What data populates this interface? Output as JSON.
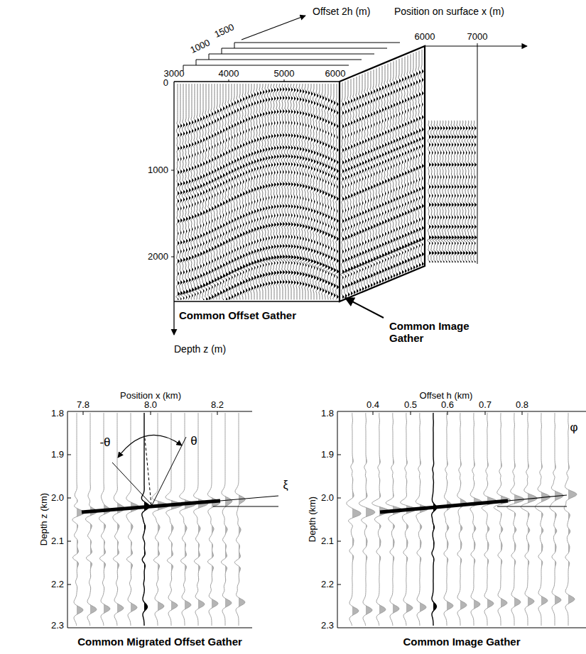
{
  "diagram": {
    "labels": [
      "Offset 2h (m)",
      "Position on surface x (m)",
      "1500",
      "1000",
      "3000",
      "4000",
      "5000",
      "6000",
      "6000",
      "7000",
      "0",
      "1000",
      "2000",
      "Common Offset Gather",
      "Common Image Gather",
      "Depth z (m)",
      "Position x (km)",
      "7.8",
      "8.0",
      "8.2",
      "1.8",
      "1.9",
      "2.0",
      "2.1",
      "2.2",
      "2.3",
      "Depth z (km)",
      "-θ",
      "θ",
      "ξ",
      "Common Migrated Offset Gather",
      "Offset h (km)",
      "0.4",
      "0.5",
      "0.6",
      "0.7",
      "0.8",
      "1.8",
      "1.9",
      "2.0",
      "2.1",
      "2.2",
      "2.3",
      "Depth (km)",
      "φ",
      "Common Image Gather"
    ]
  }
}
